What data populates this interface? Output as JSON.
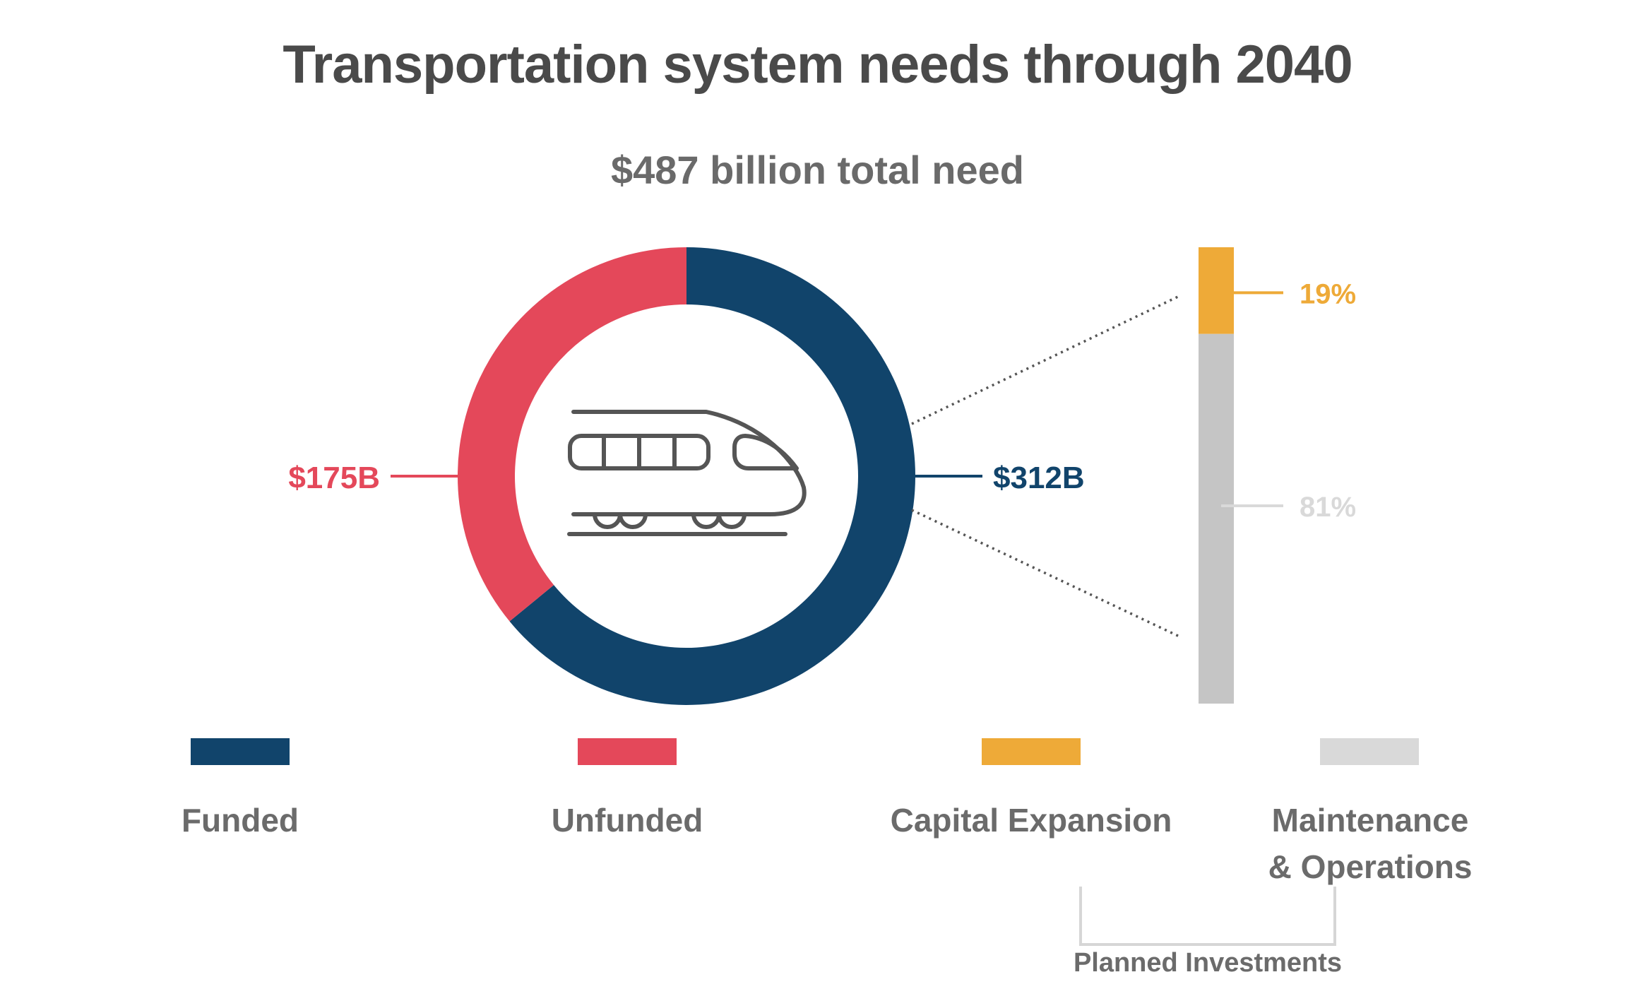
{
  "header": {
    "title": "Transportation system needs through 2040",
    "subtitle": "$487 billion total need"
  },
  "chart_data": [
    {
      "type": "pie",
      "variant": "donut",
      "title": "Transportation system needs through 2040",
      "subtitle": "$487 billion total need",
      "series": [
        {
          "name": "Funded",
          "value": 312,
          "label": "$312B",
          "color": "#11446b"
        },
        {
          "name": "Unfunded",
          "value": 175,
          "label": "$175B",
          "color": "#e4485a"
        }
      ],
      "center_icon": "train-icon"
    },
    {
      "type": "bar",
      "variant": "stacked-100",
      "breakdown_of": "Funded",
      "series": [
        {
          "name": "Capital Expansion",
          "value": 19,
          "label": "19%",
          "color": "#eeaa38"
        },
        {
          "name": "Maintenance & Operations",
          "value": 81,
          "label": "81%",
          "color": "#c5c5c5"
        }
      ]
    }
  ],
  "legend": {
    "items": [
      {
        "label": "Funded",
        "color": "#11446b"
      },
      {
        "label": "Unfunded",
        "color": "#e4485a"
      },
      {
        "label": "Capital Expansion",
        "color": "#eeaa38"
      },
      {
        "label_line1": "Maintenance",
        "label_line2": "& Operations",
        "color": "#d9d9d9"
      }
    ],
    "group_label": "Planned Investments"
  },
  "colors": {
    "title": "#4a4a4a",
    "subtitle": "#6a6a6a",
    "icon": "#555555",
    "connector": "#555555",
    "label_81": "#d9d9d9"
  }
}
